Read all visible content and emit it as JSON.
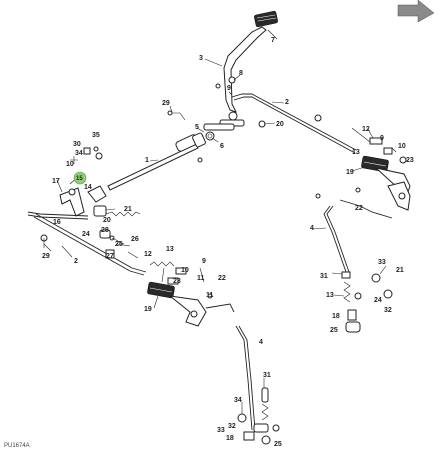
{
  "figure": {
    "id_code": "PU1674A",
    "highlight_color": "#8fcf6f",
    "highlighted_callout": "15"
  },
  "callouts": {
    "c7": "7",
    "c3": "3",
    "c8": "8",
    "c9a": "9",
    "c2a": "2",
    "c29a": "29",
    "c5": "5",
    "c20a": "20",
    "c6": "6",
    "c35": "35",
    "c30": "30",
    "c34": "34",
    "c10a": "10",
    "c15": "15",
    "c17": "17",
    "c14": "14",
    "c21": "21",
    "c1": "1",
    "c16": "16",
    "c20b": "20",
    "c29b": "29",
    "c24a": "24",
    "c28": "28",
    "c26": "26",
    "c25": "25",
    "c27": "27",
    "c12a": "12",
    "c13a": "13",
    "c10b": "10",
    "c23a": "23",
    "c19a": "19",
    "c9b": "9",
    "c22a": "22",
    "c11a": "11",
    "c18a": "18",
    "c4": "4",
    "c31a": "31",
    "c33a": "33",
    "c13b": "13",
    "c24b": "24",
    "c32a": "32",
    "c18b": "18",
    "c25b": "25",
    "c2b": "2",
    "c12b": "12",
    "c9c": "9",
    "c13c": "13",
    "c23b": "23",
    "c11b": "11",
    "c22b": "22",
    "c19b": "19",
    "c31b": "31",
    "c34b": "34",
    "c33b": "33",
    "c32b": "32"
  }
}
